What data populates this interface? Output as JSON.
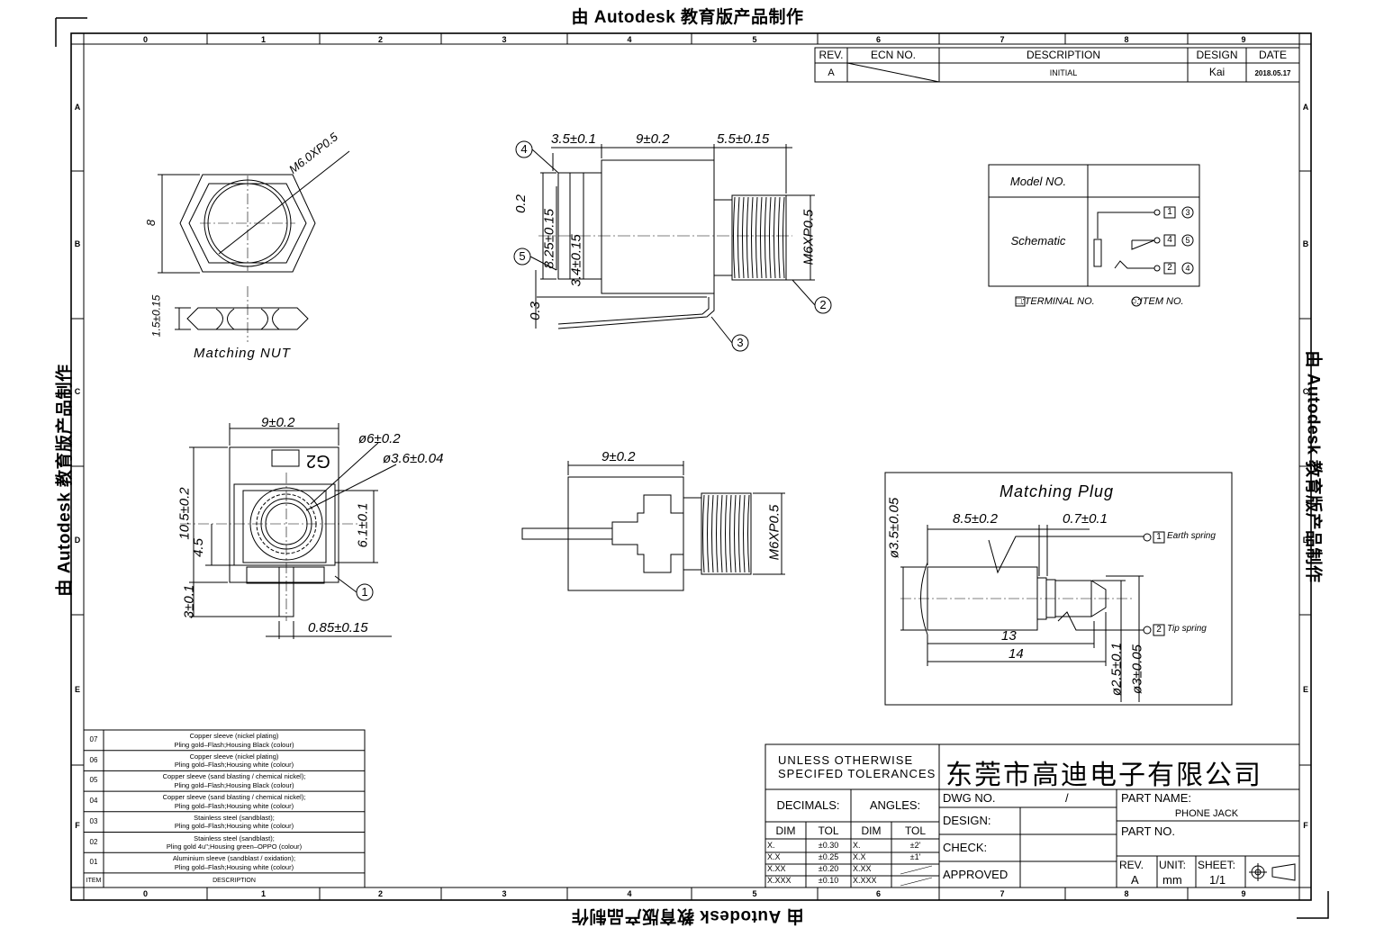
{
  "watermark": {
    "text": "由 Autodesk 教育版产品制作"
  },
  "grid": {
    "columns": [
      "0",
      "1",
      "2",
      "3",
      "4",
      "5",
      "6",
      "7",
      "8",
      "9"
    ],
    "rows": [
      "A",
      "B",
      "C",
      "D",
      "E",
      "F"
    ]
  },
  "revision_table": {
    "headers": {
      "rev": "REV.",
      "ecn": "ECN NO.",
      "description": "DESCRIPTION",
      "design": "DESIGN",
      "date": "DATE"
    },
    "row": {
      "rev": "A",
      "ecn": "",
      "description": "INITIAL",
      "design": "Kai",
      "date": "2018.05.17"
    }
  },
  "views": {
    "nut": {
      "thread": "M6.0XP0.5",
      "across": "8",
      "thickness": "1.5±0.15",
      "caption": "Matching NUT"
    },
    "side": {
      "dim_a": "3.5±0.1",
      "dim_b": "9±0.2",
      "dim_c": "5.5±0.15",
      "v1": "0.2",
      "v2": "8.25±0.15",
      "v3": "3.4±0.15",
      "v4": "0.3",
      "thread": "M6XP0.5",
      "balloons": [
        "4",
        "5",
        "2",
        "3"
      ]
    },
    "front": {
      "width": "9±0.2",
      "d1": "ø6±0.2",
      "d2": "ø3.6±0.04",
      "h1": "10.5±0.2",
      "h2": "4.5",
      "h3": "3±0.1",
      "h4": "6.1±0.1",
      "pin": "0.85±0.15",
      "mark": "G2",
      "balloon": "1"
    },
    "bottom": {
      "width": "9±0.2",
      "thread": "M6XP0.5"
    },
    "plug": {
      "title": "Matching Plug",
      "d_main": "ø3.5±0.05",
      "l1": "8.5±0.2",
      "l2": "0.7±0.1",
      "l3": "13",
      "l4": "14",
      "d_tip": "ø2.5±0.1",
      "d_mid": "ø3±0.05",
      "earth_no": "1",
      "earth": "Earth spring",
      "tip_no": "2",
      "tip": "Tip spring"
    }
  },
  "model_table": {
    "model_label": "Model NO.",
    "model_value": "",
    "schematic_label": "Schematic",
    "pins": [
      {
        "terminal": "1",
        "item": "3"
      },
      {
        "terminal": "4",
        "item": "5"
      },
      {
        "terminal": "2",
        "item": "4"
      }
    ],
    "legend_terminal": "□:TERMINAL NO.",
    "legend_item": "○:ITEM NO."
  },
  "items_table": {
    "header_item": "ITEM",
    "header_desc": "DESCRIPTION",
    "rows": [
      {
        "item": "07",
        "l1": "Copper sleeve (nickel plating)",
        "l2": "Pling gold–Flash;Housing Black (colour)"
      },
      {
        "item": "06",
        "l1": "Copper sleeve (nickel plating)",
        "l2": "Pling gold–Flash;Housing white (colour)"
      },
      {
        "item": "05",
        "l1": "Copper sleeve (sand blasting / chemical nickel);",
        "l2": "Pling gold–Flash;Housing Black (colour)"
      },
      {
        "item": "04",
        "l1": "Copper sleeve (sand blasting / chemical nickel);",
        "l2": "Pling gold–Flash;Housing white (colour)"
      },
      {
        "item": "03",
        "l1": "Stainless steel (sandblast);",
        "l2": "Pling gold–Flash;Housing white (colour)"
      },
      {
        "item": "02",
        "l1": "Stainless steel (sandblast);",
        "l2": "Pling gold 4u\";Housing green–OPPO (colour)"
      },
      {
        "item": "01",
        "l1": "Aluminium sleeve (sandblast / oxidation);",
        "l2": "Pling gold–Flash;Housing white (colour)"
      }
    ]
  },
  "title_block": {
    "tolerance_title_1": "UNLESS OTHERWISE",
    "tolerance_title_2": "SPECIFED TOLERANCES",
    "decimals": "DECIMALS:",
    "angles": "ANGLES:",
    "dim": "DIM",
    "tol": "TOL",
    "dec_rows": [
      {
        "dim": "X.",
        "tol": "±0.30"
      },
      {
        "dim": "X.X",
        "tol": "±0.25"
      },
      {
        "dim": "X.XX",
        "tol": "±0.20"
      },
      {
        "dim": "X.XXX",
        "tol": "±0.10"
      }
    ],
    "ang_rows": [
      {
        "dim": "X.",
        "tol": "±2'"
      },
      {
        "dim": "X.X",
        "tol": "±1'"
      },
      {
        "dim": "X.XX",
        "tol": ""
      },
      {
        "dim": "X.XXX",
        "tol": ""
      }
    ],
    "company": "东莞市高迪电子有限公司",
    "dwg_no": "DWG NO.",
    "dwg_value": "/",
    "design": "DESIGN:",
    "check": "CHECK:",
    "approved": "APPROVED",
    "part_name_label": "PART NAME:",
    "part_name": "PHONE JACK",
    "part_no_label": "PART NO.",
    "rev_label": "REV.",
    "rev_value": "A",
    "unit_label": "UNIT:",
    "unit_value": "mm",
    "sheet_label": "SHEET:",
    "sheet_value": "1/1"
  }
}
